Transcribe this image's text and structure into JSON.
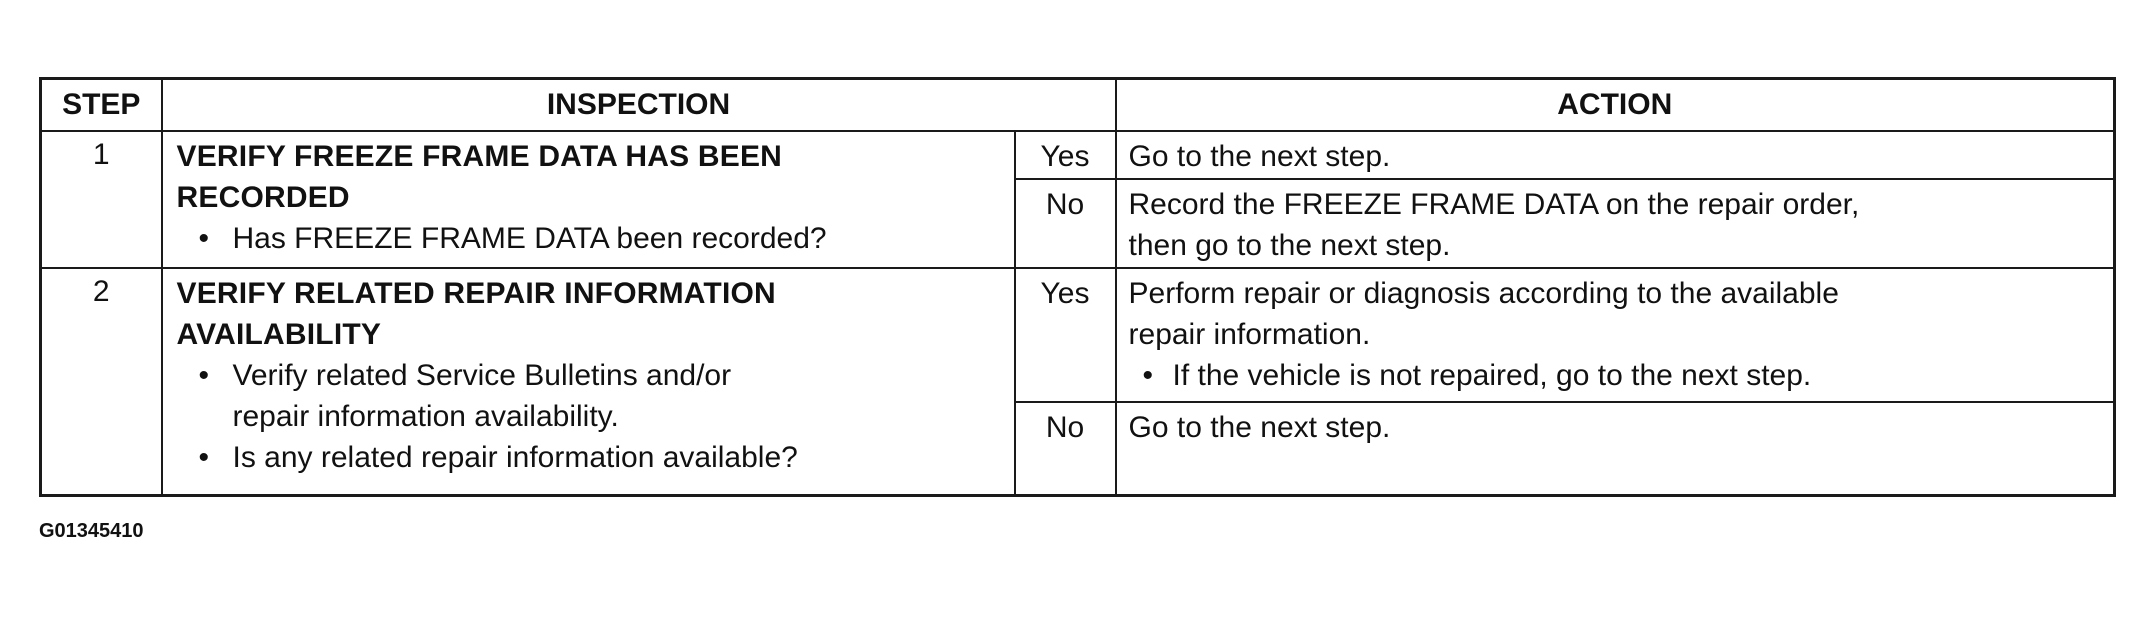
{
  "table": {
    "headers": {
      "step": "STEP",
      "inspection": "INSPECTION",
      "action": "ACTION"
    },
    "rows": [
      {
        "step": "1",
        "title_line1": "VERIFY FREEZE FRAME DATA HAS BEEN",
        "title_line2": "RECORDED",
        "bullets": [
          "Has FREEZE FRAME DATA been recorded?"
        ],
        "yes_label": "Yes",
        "yes_action": "Go to the next step.",
        "no_label": "No",
        "no_action_line1": "Record the FREEZE FRAME DATA on the repair order,",
        "no_action_line2": "then go to the next step."
      },
      {
        "step": "2",
        "title_line1": "VERIFY RELATED REPAIR INFORMATION",
        "title_line2": "AVAILABILITY",
        "bullet1_line1": "Verify related Service Bulletins and/or",
        "bullet1_line2": "repair information availability.",
        "bullet2": "Is any related repair information available?",
        "yes_label": "Yes",
        "yes_action_line1": "Perform repair or diagnosis according to the available",
        "yes_action_line2": "repair information.",
        "yes_action_bullet": "If the vehicle is not repaired, go to the next step.",
        "no_label": "No",
        "no_action": "Go to the next step."
      }
    ]
  },
  "bullet_glyph": "•",
  "figure_code": "G01345410"
}
